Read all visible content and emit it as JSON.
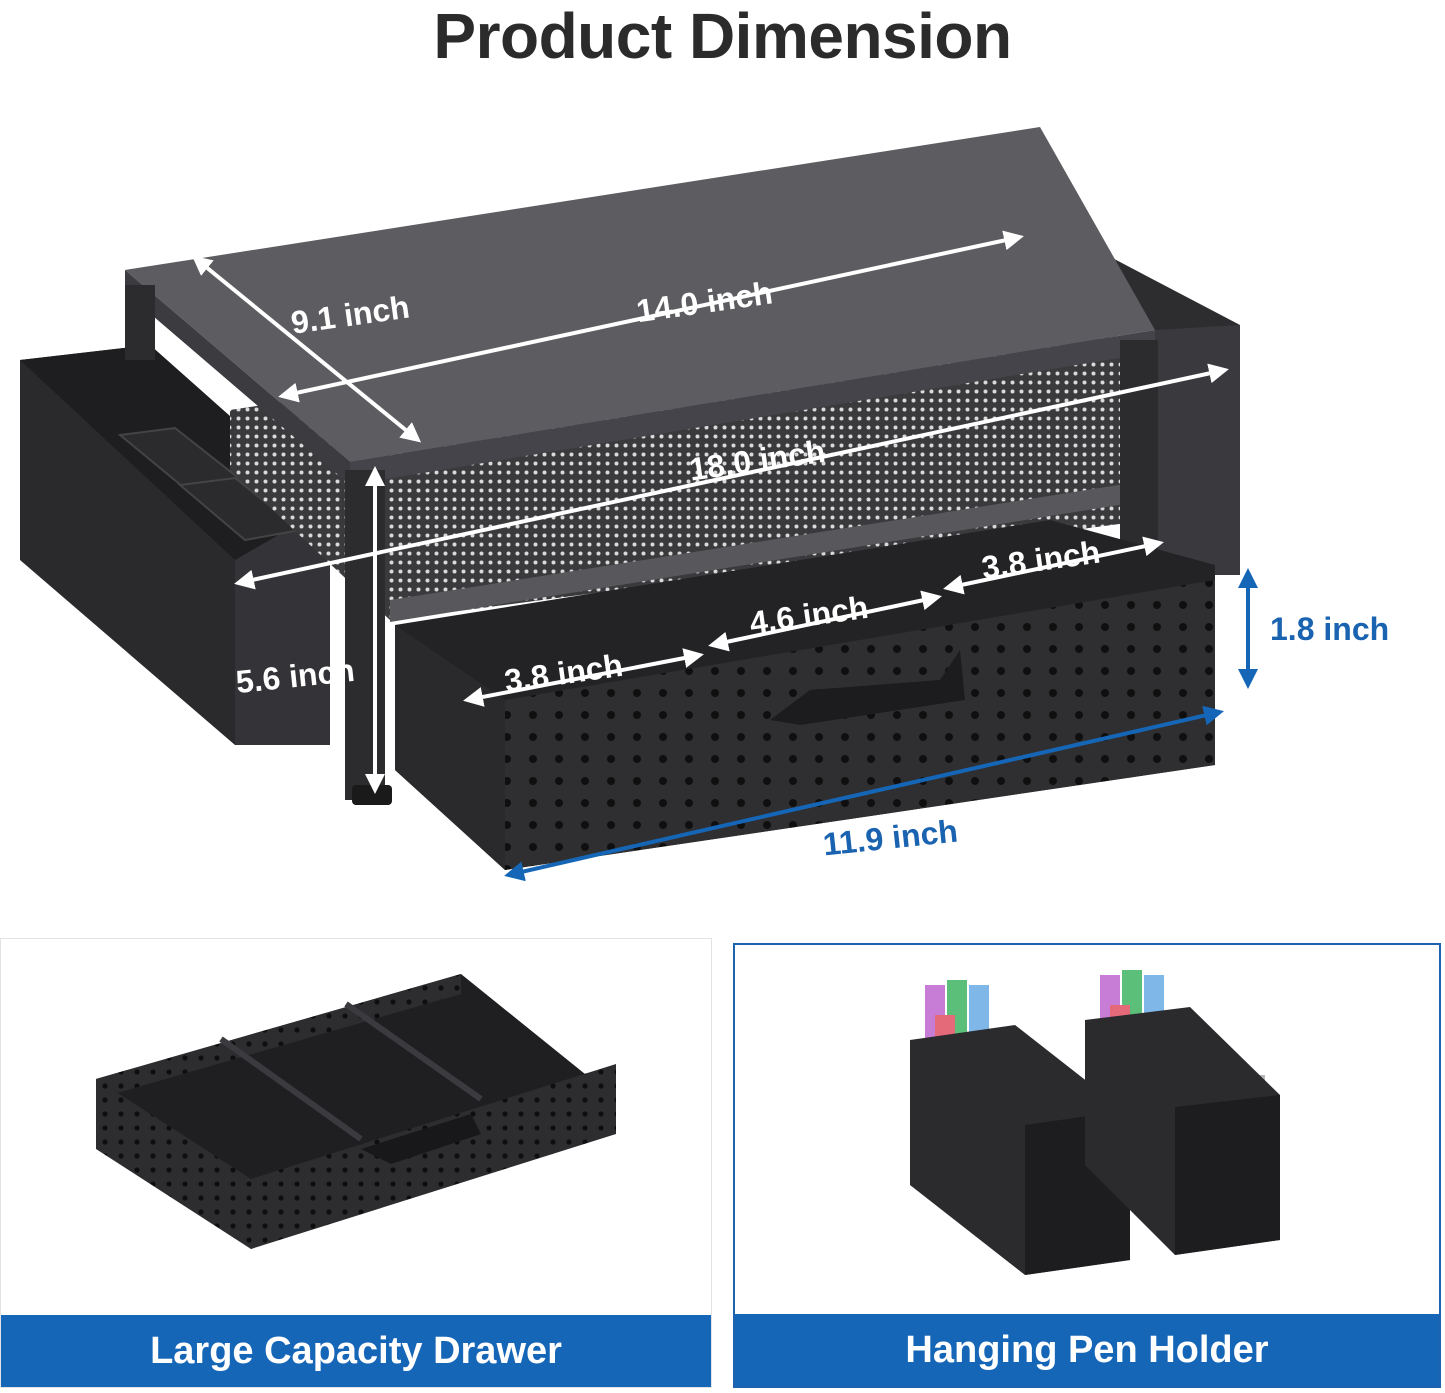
{
  "page": {
    "title": "Product Dimension"
  },
  "dimensions": {
    "depth_top": "9.1 inch",
    "width_top": "14.0 inch",
    "width_overall": "18.0 inch",
    "height_overall": "5.6 inch",
    "drawer_left_compartment": "3.8 inch",
    "drawer_middle_compartment": "4.6 inch",
    "drawer_right_compartment": "3.8 inch",
    "drawer_height": "1.8 inch",
    "drawer_length": "11.9 inch"
  },
  "features": {
    "drawer_label": "Large Capacity Drawer",
    "pen_holder_label": "Hanging Pen Holder"
  },
  "colors": {
    "accent_blue": "#1566b7",
    "title_text": "#2b2b2b",
    "product_dark": "#2f2f32",
    "dimension_blue_text": "#1a63b0"
  }
}
